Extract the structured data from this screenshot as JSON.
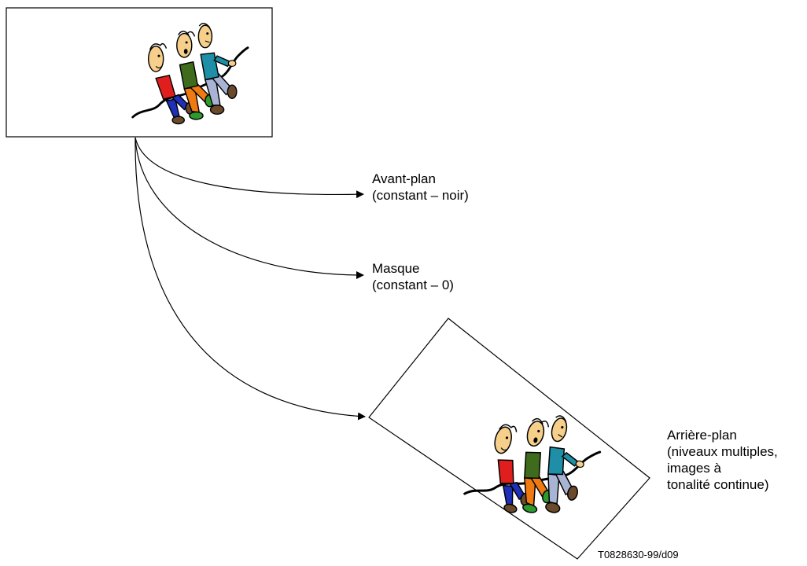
{
  "labels": {
    "foreground": {
      "line1": "Avant-plan",
      "line2": "(constant – noir)"
    },
    "mask": {
      "line1": "Masque",
      "line2": "(constant – 0)"
    },
    "background": {
      "line1": "Arrière-plan",
      "line2": "(niveaux multiples,",
      "line3": "images à",
      "line4": "tonalité continue)"
    }
  },
  "reference": "T0828630-99/d09",
  "colors": {
    "line": "#000000",
    "shirt_red": "#e01e1e",
    "pants_blue": "#1f2fb8",
    "shirt_green": "#3f6b1c",
    "pants_orange": "#f07a12",
    "shirt_teal": "#1e8fa6",
    "pants_grey": "#a9b4d4",
    "skin": "#f6cf8a",
    "shoe_green": "#2e9a2e",
    "shoe_brown": "#6b4a2c"
  },
  "icons": {
    "source_image": "tug-of-war-clipart-icon",
    "background_image": "tug-of-war-clipart-icon"
  }
}
